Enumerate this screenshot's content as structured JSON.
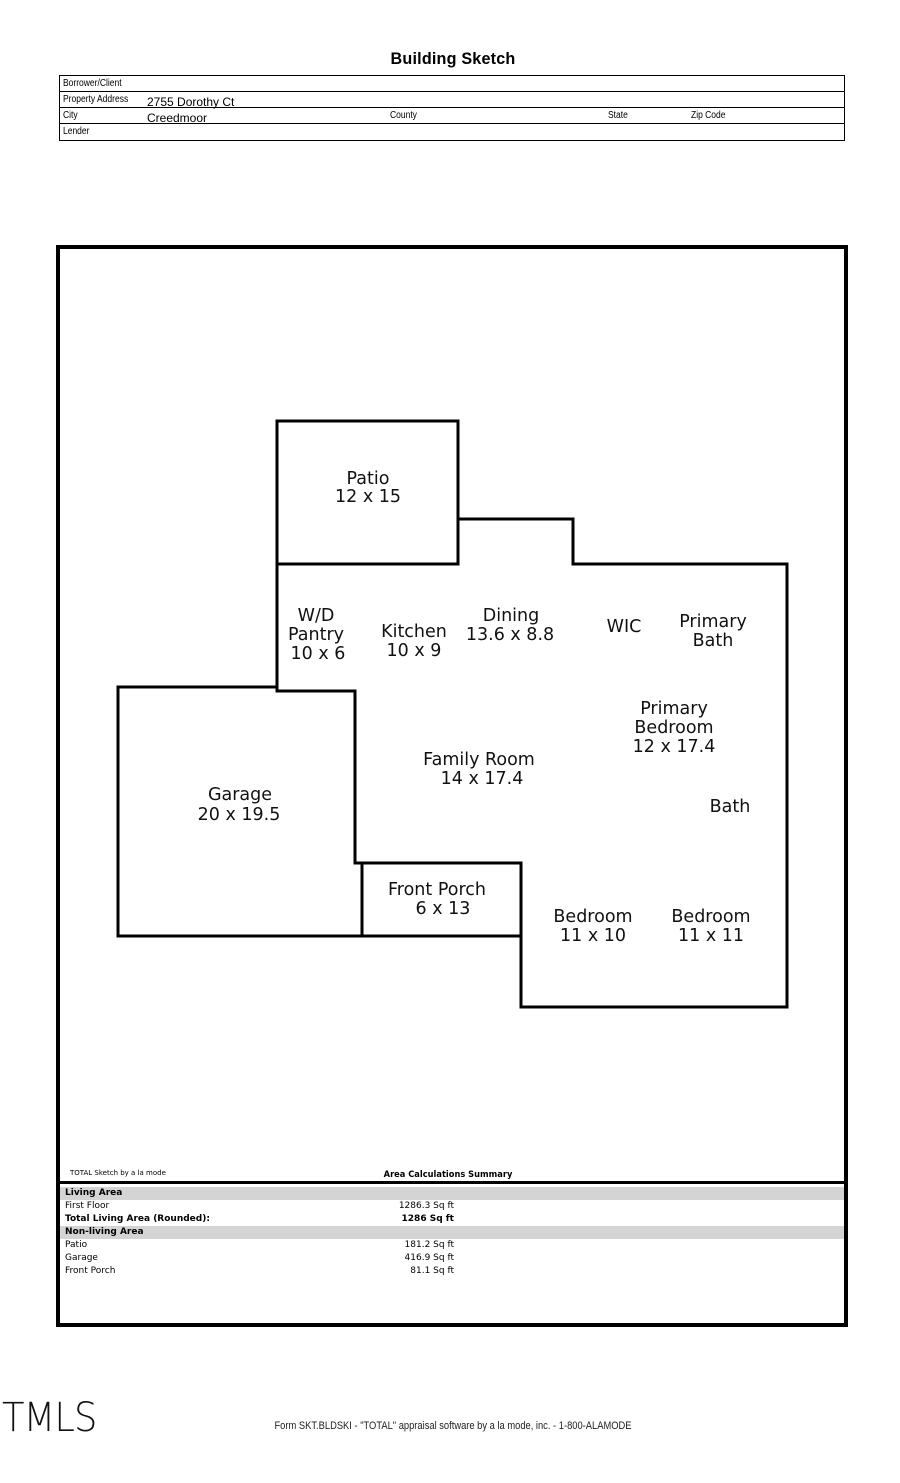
{
  "header": {
    "title": "Building Sketch",
    "fields": {
      "borrower_label": "Borrower/Client",
      "borrower_value": "",
      "address_label": "Property Address",
      "address_value": "2755 Dorothy Ct",
      "city_label": "City",
      "city_value": "Creedmoor",
      "county_label": "County",
      "county_value": "",
      "state_label": "State",
      "state_value": "",
      "zip_label": "Zip Code",
      "zip_value": "",
      "lender_label": "Lender",
      "lender_value": ""
    }
  },
  "sketch": {
    "rooms": [
      {
        "name": "Patio",
        "dims": "12 x 15"
      },
      {
        "name": "W/D Pantry",
        "dims": "10 x 6"
      },
      {
        "name": "Kitchen",
        "dims": "10 x 9"
      },
      {
        "name": "Dining",
        "dims": "13.6 x 8.8"
      },
      {
        "name": "WIC",
        "dims": ""
      },
      {
        "name": "Primary Bath",
        "dims": ""
      },
      {
        "name": "Primary Bedroom",
        "dims": "12 x 17.4"
      },
      {
        "name": "Family Room",
        "dims": "14 x 17.4"
      },
      {
        "name": "Garage",
        "dims": "20 x 19.5"
      },
      {
        "name": "Bath",
        "dims": ""
      },
      {
        "name": "Front Porch",
        "dims": "6 x 13"
      },
      {
        "name": "Bedroom",
        "dims": "11 x 10"
      },
      {
        "name": "Bedroom",
        "dims": "11 x 11"
      }
    ],
    "labels": {
      "patio_1": "Patio",
      "patio_2": "12 x 15",
      "wd_1": "W/D",
      "wd_2": "Pantry",
      "wd_3": "10 x 6",
      "kitchen_1": "Kitchen",
      "kitchen_2": "10 x 9",
      "dining_1": "Dining",
      "dining_2": "13.6 x 8.8",
      "wic_1": "WIC",
      "pbath_1": "Primary",
      "pbath_2": "Bath",
      "pbed_1": "Primary",
      "pbed_2": "Bedroom",
      "pbed_3": "12 x 17.4",
      "family_1": "Family Room",
      "family_2": "14 x 17.4",
      "garage_1": "Garage",
      "garage_2": "20 x 19.5",
      "bath_1": "Bath",
      "porch_1": "Front Porch",
      "porch_2": "6 x 13",
      "bed1_1": "Bedroom",
      "bed1_2": "11 x 10",
      "bed2_1": "Bedroom",
      "bed2_2": "11 x 11"
    }
  },
  "summary": {
    "credit": "TOTAL Sketch by a la mode",
    "title": "Area Calculations Summary",
    "living_header": "Living Area",
    "first_floor_label": "First Floor",
    "first_floor_value": "1286.3 Sq ft",
    "total_label": "Total Living Area (Rounded):",
    "total_value": "1286 Sq ft",
    "nonliving_header": "Non-living Area",
    "nonliving": [
      {
        "label": "Patio",
        "value": "181.2 Sq ft"
      },
      {
        "label": "Garage",
        "value": "416.9 Sq ft"
      },
      {
        "label": "Front Porch",
        "value": "81.1 Sq ft"
      }
    ]
  },
  "footer": {
    "logo": "TMLS",
    "form_text": "Form SKT.BLDSKI - \"TOTAL\" appraisal software by a la mode, inc. - 1-800-ALAMODE"
  }
}
